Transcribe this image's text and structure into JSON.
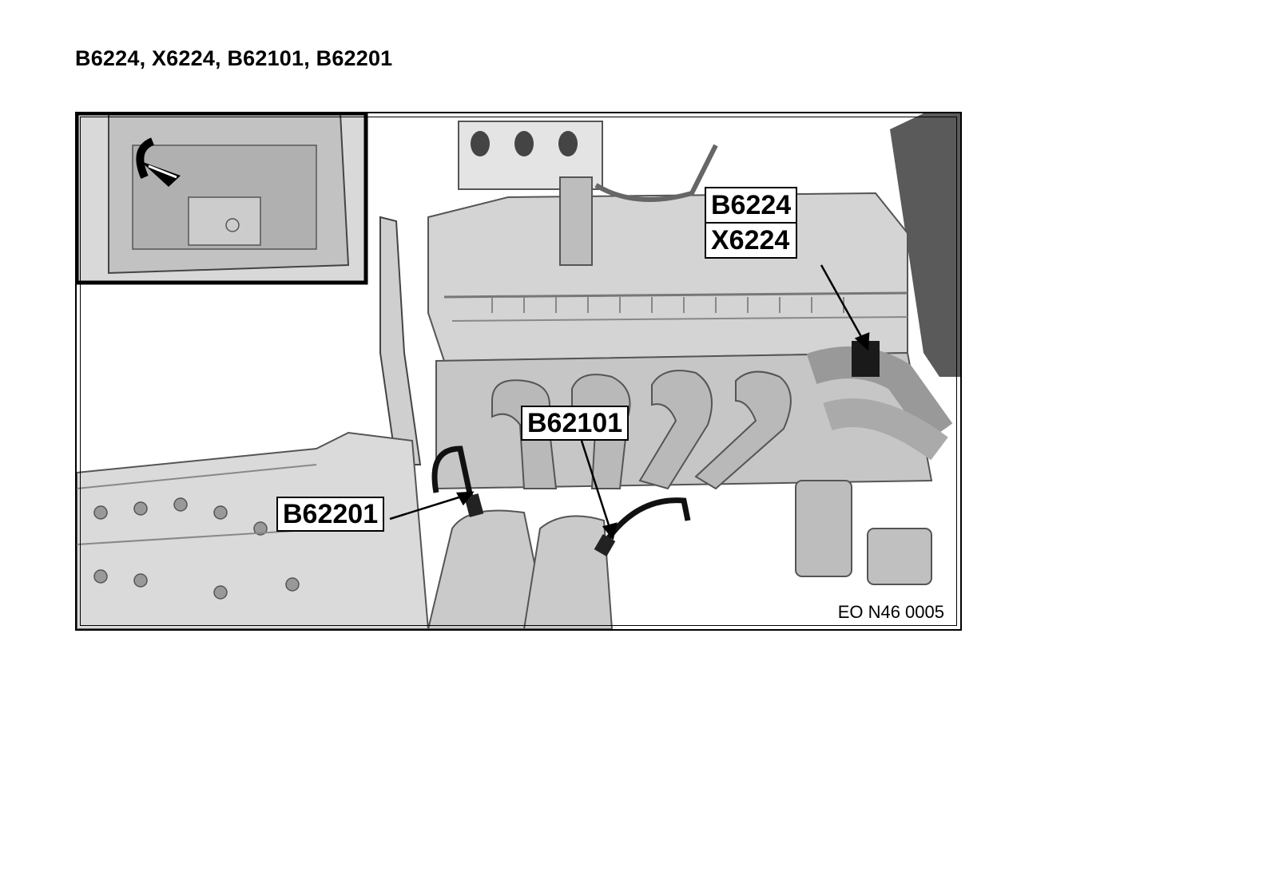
{
  "header": {
    "title": "B6224, X6224, B62101, B62201"
  },
  "figure": {
    "callouts": {
      "b6224": "B6224",
      "x6224": "X6224",
      "b62101": "B62101",
      "b62201": "B62201"
    },
    "figure_id": "EO N46 0005"
  }
}
